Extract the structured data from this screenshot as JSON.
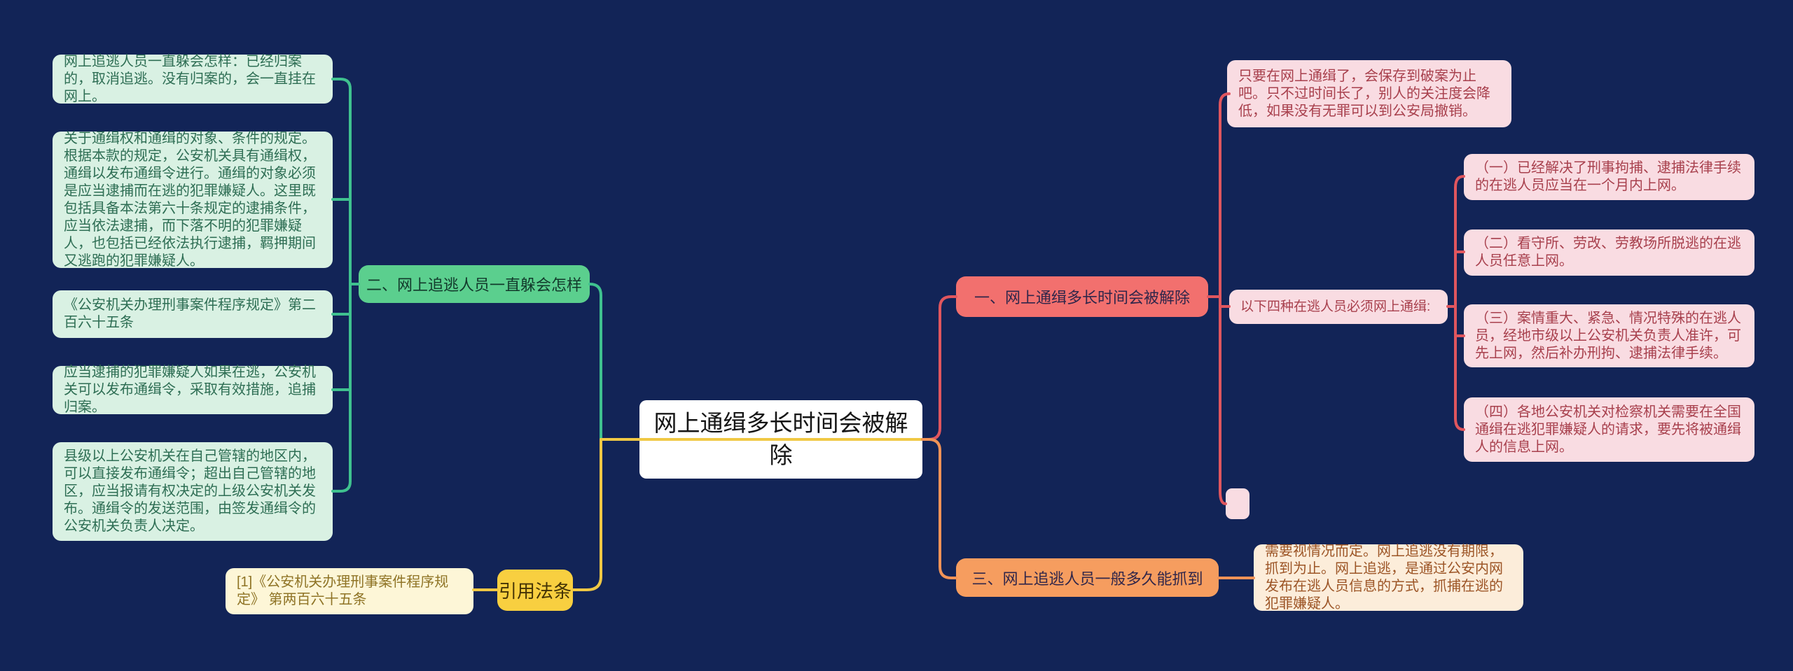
{
  "title": "网上通缉多长时间会被解除",
  "background_color": "#122457",
  "root": {
    "label": "网上通缉多长时间会被解除",
    "bg": "#ffffff"
  },
  "left_branch": {
    "line_color": "#3fc18f",
    "node_label": "二、网上追逃人员一直躲会怎样",
    "node_bg": "#5bcf8e",
    "note_bg": "#d9f1e3",
    "notes": [
      "网上追逃人员一直躲会怎样：已经归案的，取消追逃。没有归案的，会一直挂在网上。",
      "关于通缉权和通缉的对象、条件的规定。根据本款的规定，公安机关具有通缉权，通缉以发布通缉令进行。通缉的对象必须是应当逮捕而在逃的犯罪嫌疑人。这里既包括具备本法第六十条规定的逮捕条件，应当依法逮捕，而下落不明的犯罪嫌疑人，也包括已经依法执行逮捕，羁押期间又逃跑的犯罪嫌疑人。",
      "《公安机关办理刑事案件程序规定》第二百六十五条",
      "应当逮捕的犯罪嫌疑人如果在逃，公安机关可以发布通缉令，采取有效措施，追捕归案。",
      "县级以上公安机关在自己管辖的地区内，可以直接发布通缉令；超出自己管辖的地区，应当报请有权决定的上级公安机关发布。通缉令的发送范围，由签发通缉令的公安机关负责人决定。"
    ]
  },
  "citation_branch": {
    "line_color": "#f0c844",
    "node_label": "引用法条",
    "node_bg": "#f8cf40",
    "note": "[1]《公安机关办理刑事案件程序规定》 第两百六十五条"
  },
  "right_top_branch": {
    "line_color": "#e0565e",
    "node_label": "一、网上通缉多长时间会被解除",
    "node_bg": "#f2706e",
    "note_bg": "#f9dce2",
    "note_top": "只要在网上通缉了，会保存到破案为止吧。只不过时间长了，别人的关注度会降低，如果没有无罪可以到公安局撤销。",
    "note_list_header": "以下四种在逃人员必须网上通缉:",
    "items": [
      "（一）已经解决了刑事拘捕、逮捕法律手续的在逃人员应当在一个月内上网。",
      "（二）看守所、劳改、劳教场所脱逃的在逃人员任意上网。",
      "（三）案情重大、紧急、情况特殊的在逃人员，经地市级以上公安机关负责人准许，可先上网，然后补办刑拘、逮捕法律手续。",
      "（四）各地公安机关对检察机关需要在全国通缉在逃犯罪嫌疑人的请求，要先将被通缉人的信息上网。"
    ]
  },
  "right_bottom_branch": {
    "line_color": "#f09357",
    "node_label": "三、网上追逃人员一般多久能抓到",
    "node_bg": "#f69d5f",
    "note": "需要视情况而定。网上追逃没有期限，抓到为止。网上追逃，是通过公安内网发布在逃人员信息的方式，抓捕在逃的犯罪嫌疑人。"
  }
}
